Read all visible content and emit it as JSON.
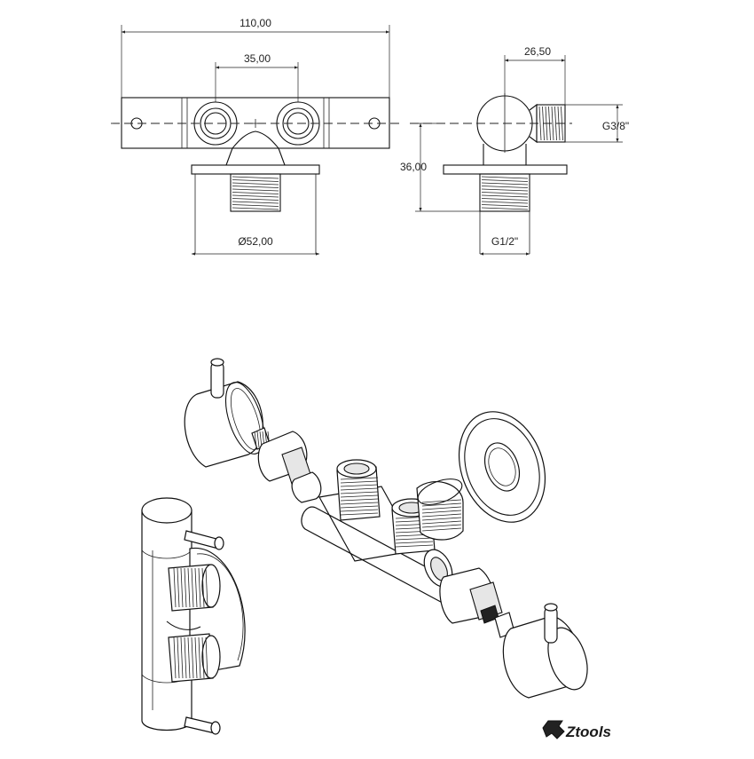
{
  "dimensions": {
    "overall_width": "110,00",
    "center_distance": "35,00",
    "flange_diameter": "Ø52,00",
    "depth": "26,50",
    "outlet_thread": "G3/8\"",
    "height": "36,00",
    "inlet_thread": "G1/2\""
  },
  "logo": {
    "text": "Ztools"
  },
  "colors": {
    "line": "#111111",
    "background": "#ffffff",
    "shade": "#e6e6e6"
  }
}
